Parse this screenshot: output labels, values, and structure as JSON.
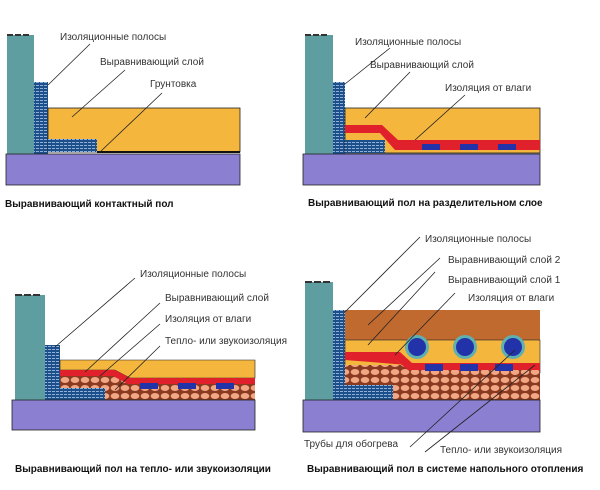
{
  "panels": [
    {
      "caption": "Выравнивающий контактный пол",
      "labels": [
        "Изоляционные полосы",
        "Выравнивающий слой",
        "Грунтовка"
      ]
    },
    {
      "caption": "Выравнивающий пол на разделительном слое",
      "labels": [
        "Изоляционные полосы",
        "Выравнивающий слой",
        "Изоляция от влаги"
      ]
    },
    {
      "caption": "Выравнивающий пол на тепло- или звукоизоляции",
      "labels": [
        "Изоляционные полосы",
        "Выравнивающий слой",
        "Изоляция от влаги",
        "Тепло- или звукоизоляция"
      ]
    },
    {
      "caption": "Выравнивающий пол в системе напольного отопления",
      "labels": [
        "Изоляционные полосы",
        "Выравнивающий слой 2",
        "Выравнивающий слой 1",
        "Изоляция от влаги",
        "Трубы для обогрева",
        "Тепло- или звукоизоляция"
      ]
    }
  ],
  "colors": {
    "wall": "#5f9ea0",
    "strip": "#1d4f8a",
    "screed": "#f4b63d",
    "base": "#8a7fd0",
    "moisture": "#e0202a",
    "insulation": "#d9805a",
    "screed2": "#c06a30",
    "pipe": "#2233aa"
  }
}
